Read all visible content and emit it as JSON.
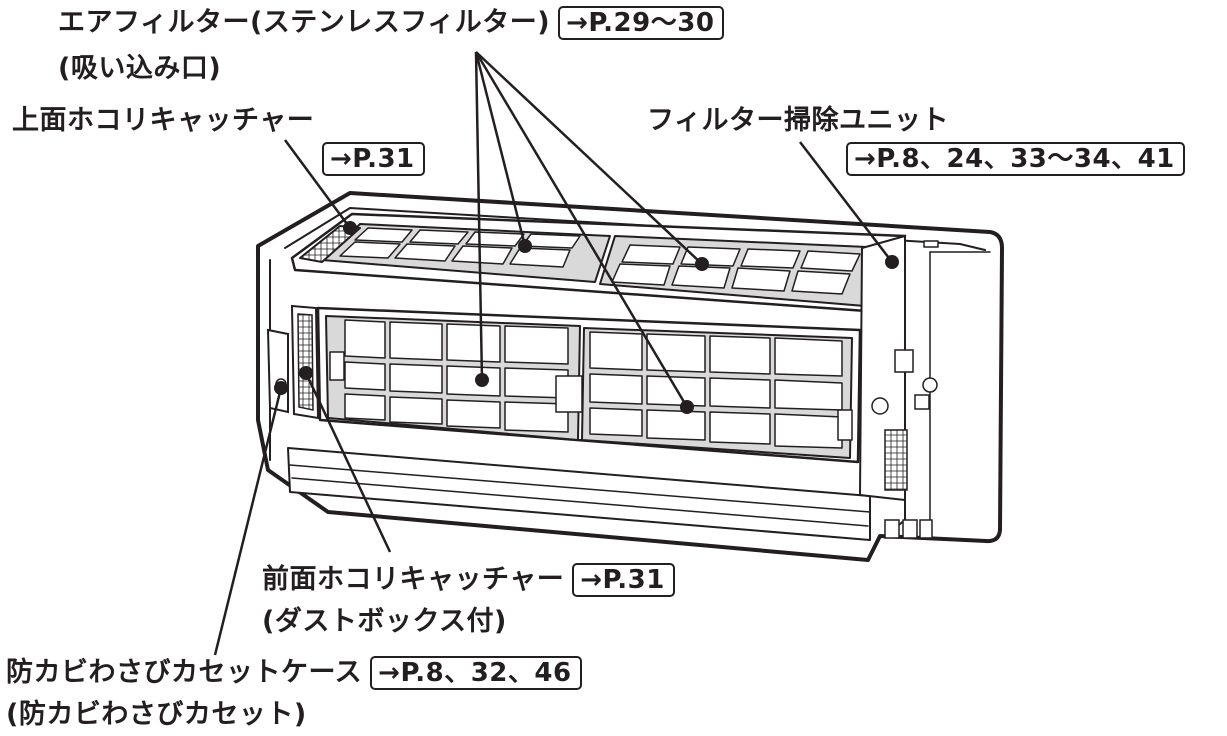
{
  "labels": {
    "air_filter": {
      "title": "エアフィルター(ステンレスフィルター)",
      "ref": "→P.29～30",
      "sub": "(吸い込み口)"
    },
    "top_dust_catcher": {
      "title": "上面ホコリキャッチャー",
      "ref": "→P.31"
    },
    "filter_cleaning_unit": {
      "title": "フィルター掃除ユニット",
      "ref": "→P.8、24、33～34、41"
    },
    "front_dust_catcher": {
      "title": "前面ホコリキャッチャー",
      "ref": "→P.31",
      "sub": "(ダストボックス付)"
    },
    "anti_mold_case": {
      "title": "防カビわさびカセットケース",
      "ref": "→P.8、32、46",
      "sub": "(防カビわさびカセット)"
    }
  },
  "colors": {
    "line": "#231f20",
    "filter_fill": "#d9d9d9",
    "body_fill": "#ffffff"
  }
}
